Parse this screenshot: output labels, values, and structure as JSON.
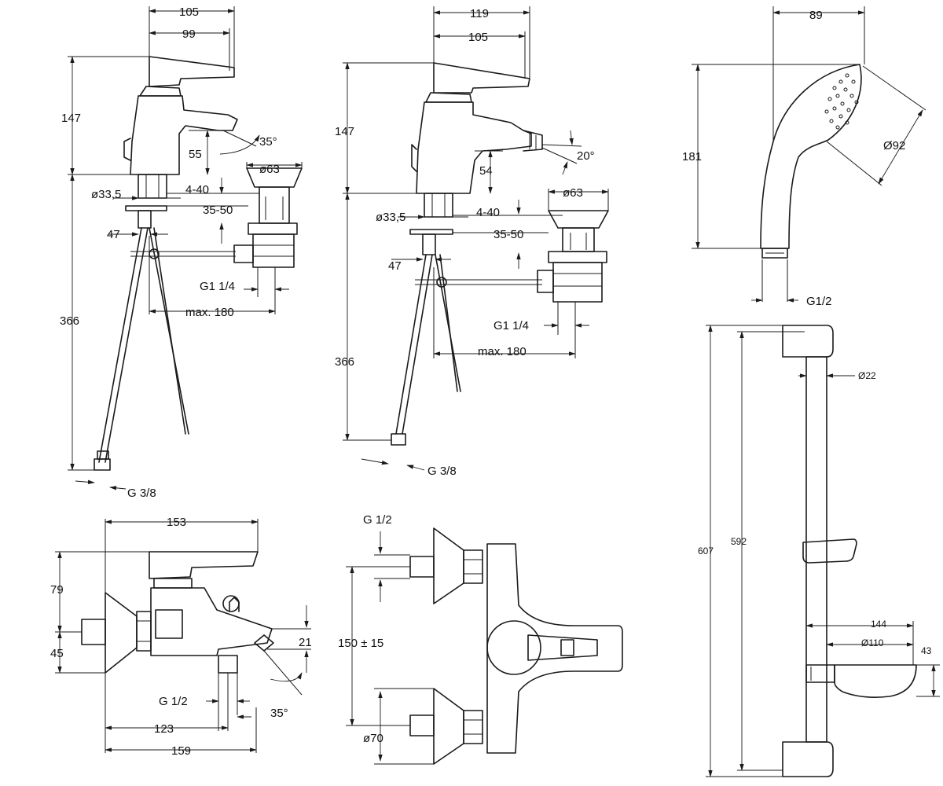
{
  "views": {
    "basin_mixer": {
      "w105": "105",
      "w99": "99",
      "h147": "147",
      "h55": "55",
      "angle35": "35°",
      "d63": "ø63",
      "d33": "ø33,5",
      "r440": "4-40",
      "r3550": "35-50",
      "w47": "47",
      "g114": "G1 1/4",
      "h366": "366",
      "max180": "max. 180",
      "g38": "G 3/8"
    },
    "bidet_mixer": {
      "w119": "119",
      "w105": "105",
      "h147": "147",
      "h54": "54",
      "angle20": "20°",
      "d63": "ø63",
      "d33": "ø33,5",
      "r440": "4-40",
      "r3550": "35-50",
      "w47": "47",
      "g114": "G1 1/4",
      "h366": "366",
      "max180": "max. 180",
      "g38": "G 3/8"
    },
    "bath_mixer_side": {
      "w153": "153",
      "h79": "79",
      "h45": "45",
      "h21": "21",
      "g12": "G 1/2",
      "w123": "123",
      "w159": "159",
      "angle35": "35°"
    },
    "bath_mixer_front": {
      "g12": "G 1/2",
      "c150": "150 ± 15",
      "d70": "ø70"
    },
    "hand_shower": {
      "w89": "89",
      "h181": "181",
      "d92": "Ø92",
      "g12": "G1/2"
    },
    "shower_rail": {
      "h607": "607",
      "h592": "592",
      "d22": "Ø22",
      "w144": "144",
      "d110": "Ø110",
      "h43": "43"
    }
  }
}
